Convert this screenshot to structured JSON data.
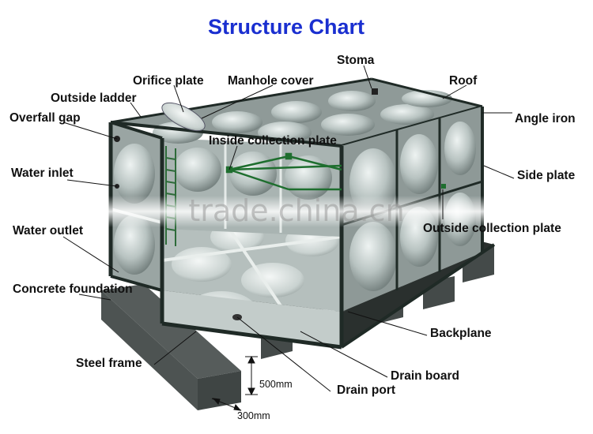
{
  "title": "Structure Chart",
  "colors": {
    "title": "#1a2fd0",
    "frame": "#1f2a26",
    "panel": "#b9c3c0",
    "concrete": "#4a504f"
  },
  "labels": {
    "stoma": "Stoma",
    "orifice_plate": "Orifice plate",
    "manhole_cover": "Manhole cover",
    "roof": "Roof",
    "outside_ladder": "Outside ladder",
    "overfall_gap": "Overfall gap",
    "angle_iron": "Angle iron",
    "inside_collection_plate": "Inside collection plate",
    "water_inlet": "Water inlet",
    "side_plate": "Side plate",
    "water_outlet": "Water outlet",
    "outside_collection_plate": "Outside collection plate",
    "concrete_foundation": "Concrete foundation",
    "backplane": "Backplane",
    "steel_frame": "Steel frame",
    "drain_board": "Drain board",
    "drain_port": "Drain port"
  },
  "dimensions": {
    "height": "500mm",
    "width": "300mm"
  },
  "watermark": "trade.china.cn"
}
